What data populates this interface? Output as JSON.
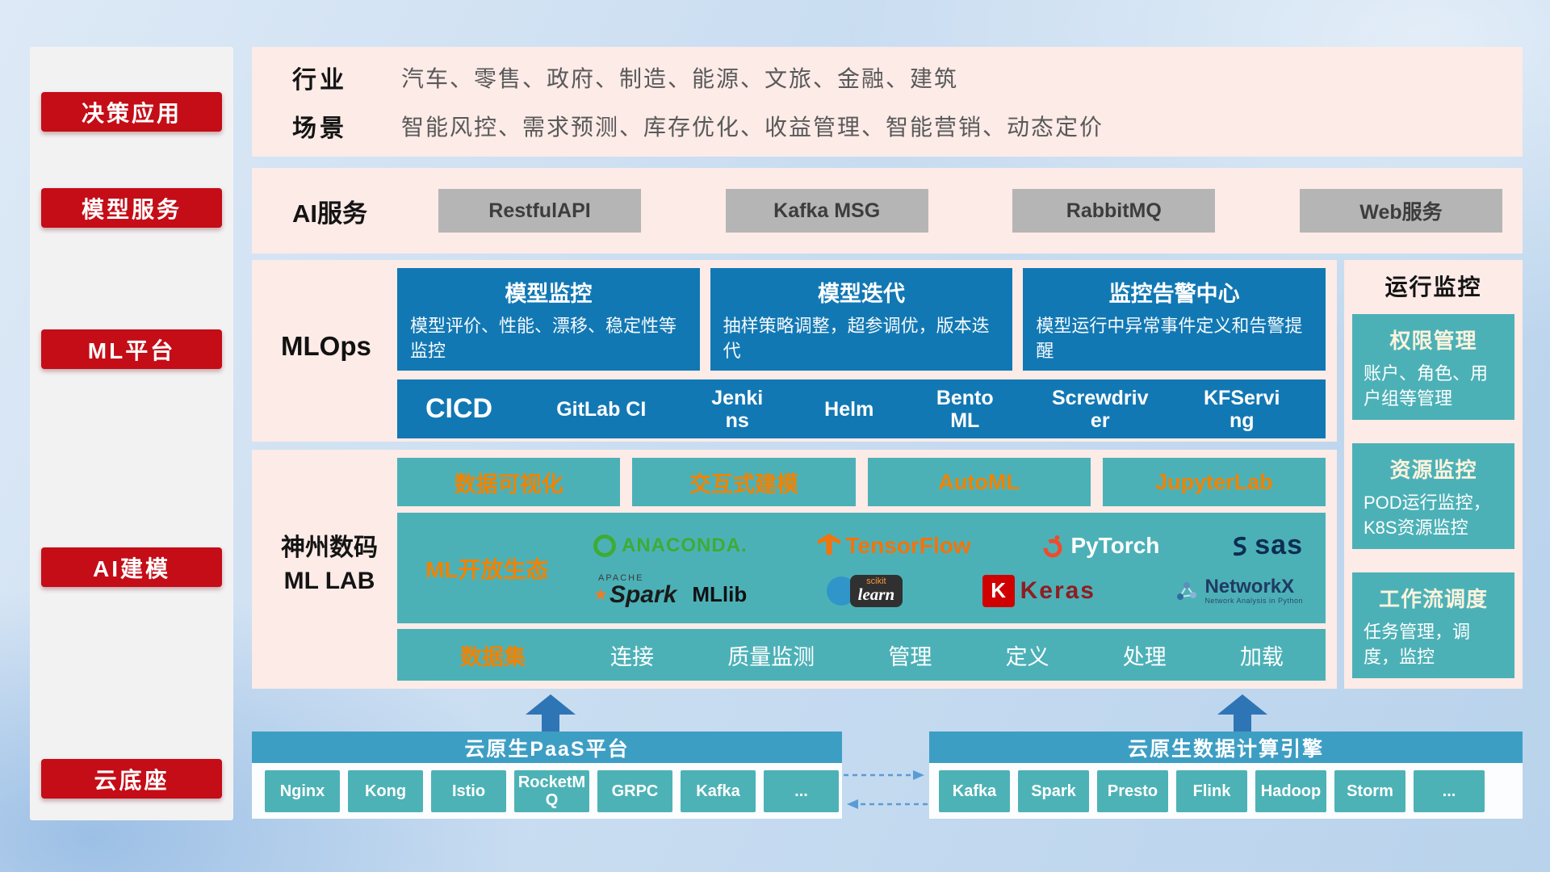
{
  "sidebar": {
    "items": [
      {
        "label": "决策应用"
      },
      {
        "label": "模型服务"
      },
      {
        "label": "ML平台"
      },
      {
        "label": "AI建模"
      },
      {
        "label": "云底座"
      }
    ]
  },
  "industry_row": {
    "industry_label": "行业",
    "industries": "汽车、零售、政府、制造、能源、文旅、金融、建筑",
    "scene_label": "场景",
    "scenes": "智能风控、需求预测、库存优化、收益管理、智能营销、动态定价"
  },
  "ai_service_row": {
    "label": "AI服务",
    "services": [
      {
        "label": "RestfulAPI"
      },
      {
        "label": "Kafka MSG"
      },
      {
        "label": "RabbitMQ"
      },
      {
        "label": "Web服务"
      }
    ]
  },
  "mlops_row": {
    "label": "MLOps",
    "cards": [
      {
        "title": "模型监控",
        "body": "模型评价、性能、漂移、稳定性等监控"
      },
      {
        "title": "模型迭代",
        "body": "抽样策略调整，超参调优，版本迭代"
      },
      {
        "title": "监控告警中心",
        "body": "模型运行中异常事件定义和告警提醒"
      }
    ],
    "cicd": {
      "label": "CICD",
      "tools": [
        {
          "label": "GitLab CI"
        },
        {
          "label": "Jenkins"
        },
        {
          "label": "Helm"
        },
        {
          "label": "BentoML"
        },
        {
          "label": "Screwdriver"
        },
        {
          "label": "KFServing"
        }
      ]
    }
  },
  "mllab_row": {
    "label_line1": "神州数码",
    "label_line2": "ML LAB",
    "tools": [
      {
        "label": "数据可视化"
      },
      {
        "label": "交互式建模"
      },
      {
        "label": "AutoML"
      },
      {
        "label": "JupyterLab"
      }
    ],
    "ecosystem": {
      "label": "ML开放生态",
      "anaconda": "ANACONDA.",
      "tensorflow": "TensorFlow",
      "pytorch": "PyTorch",
      "sas": "sas",
      "apache": "APACHE",
      "spark": "Spark",
      "mllib": "MLlib",
      "scikit": "scikit",
      "learn": "learn",
      "keras_k": "K",
      "keras": "Keras",
      "networkx": "NetworkX",
      "networkx_sub": "Network Analysis in Python"
    },
    "dataset": {
      "label": "数据集",
      "items": [
        {
          "label": "连接"
        },
        {
          "label": "质量监测"
        },
        {
          "label": "管理"
        },
        {
          "label": "定义"
        },
        {
          "label": "处理"
        },
        {
          "label": "加载"
        }
      ]
    }
  },
  "monitor_panel": {
    "title": "运行监控",
    "cards": [
      {
        "title": "权限管理",
        "body": "账户、角色、用户组等管理"
      },
      {
        "title": "资源监控",
        "body": "POD运行监控，K8S资源监控"
      },
      {
        "title": "工作流调度",
        "body": "任务管理，调度，监控"
      }
    ]
  },
  "foundation": {
    "paas": {
      "title": "云原生PaaS平台",
      "items": [
        {
          "label": "Nginx"
        },
        {
          "label": "Kong"
        },
        {
          "label": "Istio"
        },
        {
          "label": "RocketMQ"
        },
        {
          "label": "GRPC"
        },
        {
          "label": "Kafka"
        },
        {
          "label": "..."
        }
      ]
    },
    "engine": {
      "title": "云原生数据计算引擎",
      "items": [
        {
          "label": "Kafka"
        },
        {
          "label": "Spark"
        },
        {
          "label": "Presto"
        },
        {
          "label": "Flink"
        },
        {
          "label": "Hadoop"
        },
        {
          "label": "Storm"
        },
        {
          "label": "..."
        }
      ]
    }
  },
  "colors": {
    "accent_red": "#c40d17",
    "panel_pink": "#fcebe7",
    "card_blue": "#1278b4",
    "teal": "#4cb1b7",
    "orange": "#f08300",
    "header_blue": "#3d9ec4",
    "gray_button": "#b5b5b5",
    "arrow_blue": "#2e75b6"
  }
}
